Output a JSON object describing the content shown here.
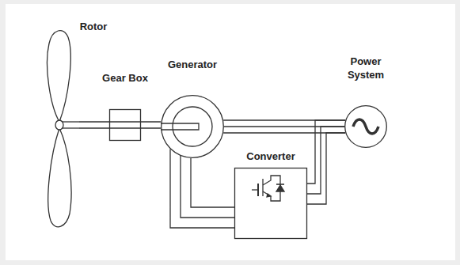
{
  "diagram": {
    "nodes": [
      {
        "text": [
          "Rotor"
        ]
      },
      {
        "text": [
          "Gear Box"
        ]
      },
      {
        "text": [
          "Generator"
        ]
      },
      {
        "text": [
          "Power System"
        ]
      },
      {
        "text": [
          "Converter"
        ]
      }
    ],
    "edges": [
      {
        "from": 0,
        "to": 1,
        "arrow": "none"
      },
      {
        "from": 1,
        "to": 2,
        "arrow": "none"
      },
      {
        "from": 2,
        "to": 3,
        "arrow": "none"
      },
      {
        "from": 2,
        "to": 4,
        "arrow": "none"
      },
      {
        "from": 4,
        "to": 3,
        "arrow": "none"
      }
    ]
  }
}
